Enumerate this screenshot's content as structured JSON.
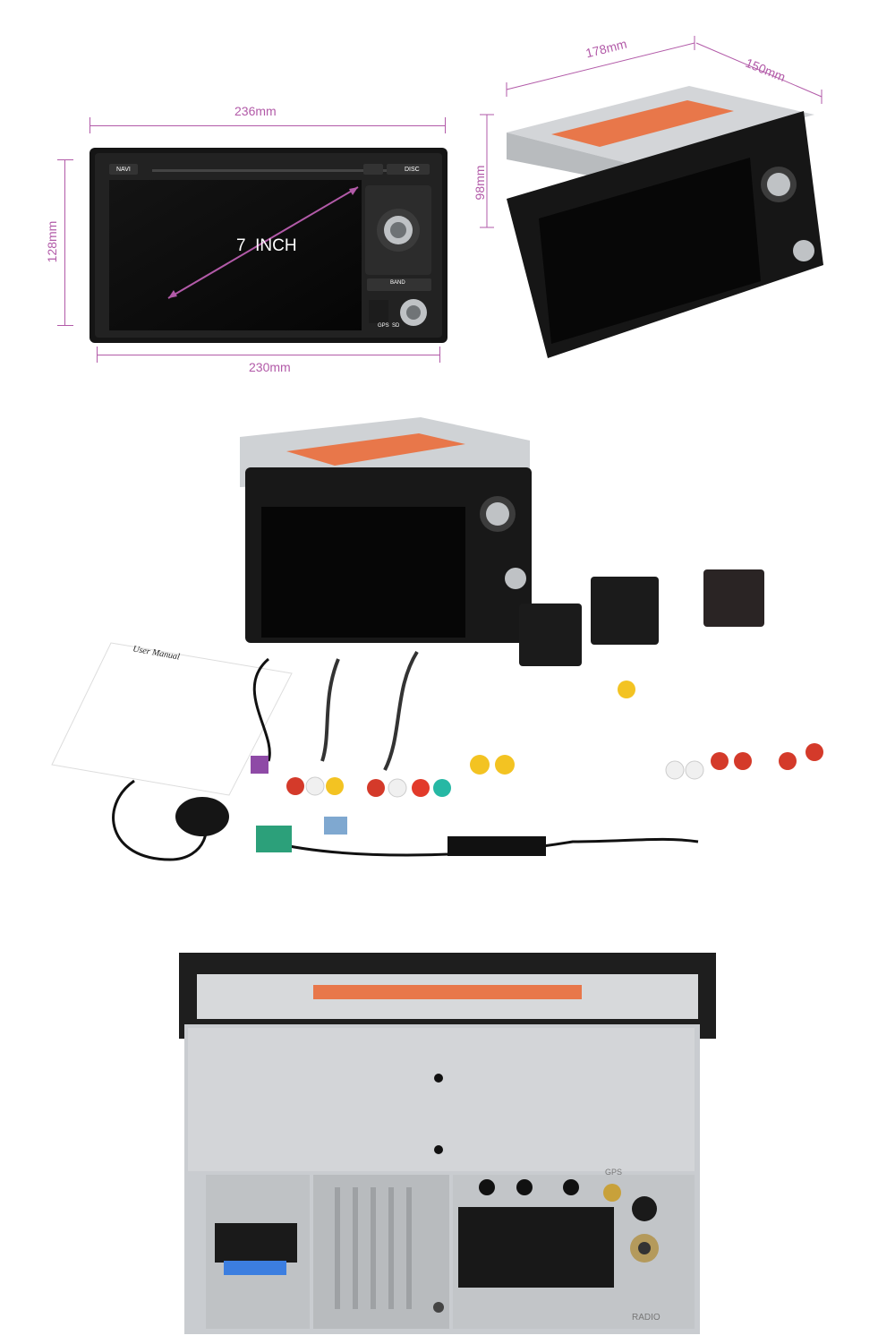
{
  "dimensions": {
    "front_width_top": "236mm",
    "front_width_bottom": "230mm",
    "front_height": "128mm",
    "side_depth": "178mm",
    "side_width": "150mm",
    "side_height": "98mm"
  },
  "screen": {
    "size_label": "7  INCH"
  },
  "unit_labels": {
    "navi": "NAVI",
    "disc": "DISC",
    "band": "BAND",
    "gps": "GPS",
    "sd": "SD"
  },
  "manual": {
    "title": "User Manual"
  },
  "rear_labels": {
    "gps": "GPS",
    "radio": "RADIO"
  },
  "colors": {
    "dimension_line": "#b25aa8",
    "bezel": "#1a1a1a",
    "chassis": "#c9ccd0"
  }
}
